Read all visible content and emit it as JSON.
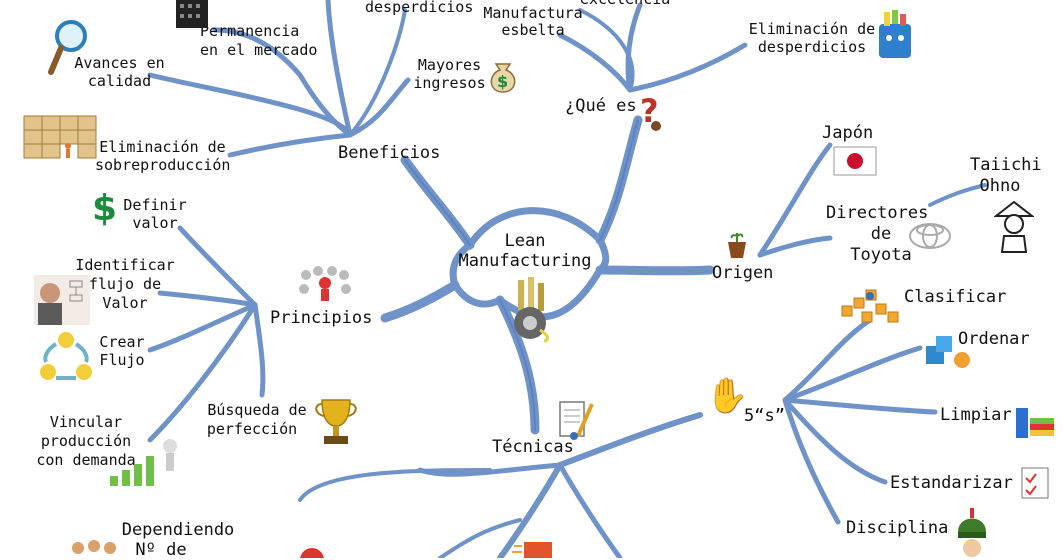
{
  "center": {
    "line1": "Lean",
    "line2": "Manufacturing"
  },
  "main_branches": {
    "beneficios": "Beneficios",
    "que_es": "¿Qué es",
    "origen": "Origen",
    "principios": "Principios",
    "tecnicas": "Técnicas"
  },
  "beneficios_items": {
    "desperdicios": "desperdicios",
    "permanencia": [
      "Permanencia",
      "en el mercado"
    ],
    "avances": [
      "Avances en",
      "calidad"
    ],
    "mayores_ingresos": [
      "Mayores",
      "ingresos"
    ],
    "eliminacion": [
      "Eliminación de",
      "sobreproducción"
    ]
  },
  "que_es_items": {
    "manufactura": [
      "Manufactura",
      "esbelta"
    ],
    "excelencia": "excelencia",
    "eliminacion": [
      "Eliminación de",
      "desperdicios"
    ]
  },
  "origen_items": {
    "japon": "Japón",
    "directores": [
      "Directores",
      "de",
      "Toyota"
    ],
    "taiichi": [
      "Taiichi",
      "Ohno"
    ]
  },
  "principios_items": {
    "definir": [
      "Definir",
      "valor"
    ],
    "identificar": [
      "Identificar",
      "flujo de",
      "Valor"
    ],
    "crear": [
      "Crear",
      "Flujo"
    ],
    "vincular": [
      "Vincular",
      "producción",
      "con demanda"
    ],
    "busqueda": [
      "Búsqueda de",
      "perfección"
    ]
  },
  "tecnicas_items": {
    "cinco_s": "5“s”",
    "dependiendo": [
      "Dependiendo",
      "Nº de"
    ]
  },
  "cinco_s_items": {
    "clasificar": "Clasificar",
    "ordenar": "Ordenar",
    "limpiar": "Limpiar",
    "estandarizar": "Estandarizar",
    "disciplina": "Disciplina"
  },
  "colors": {
    "branch": "#6f93c9",
    "branch_dark": "#4c73b3",
    "japan_red": "#c8102e",
    "dollar_green": "#1e8a3c",
    "gold": "#d9a514"
  }
}
